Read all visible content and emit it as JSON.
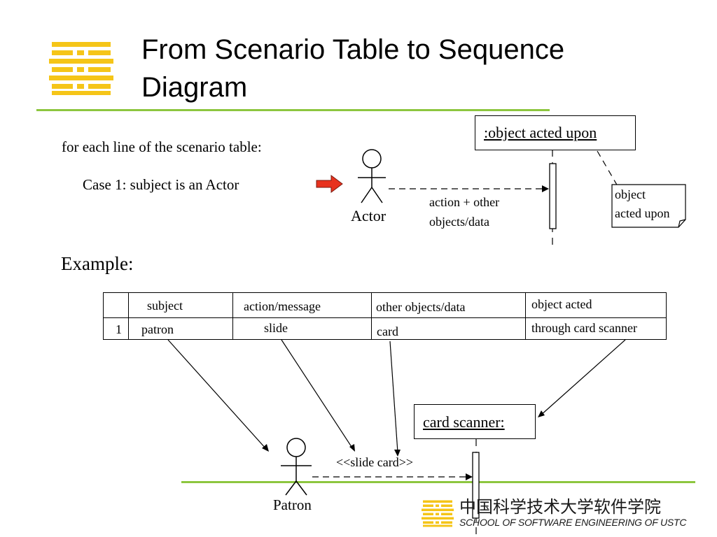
{
  "slide": {
    "title": "From Scenario Table to Sequence Diagram",
    "intro_text": "for each line of the scenario table:",
    "case_text": "Case 1: subject is an Actor",
    "example_label": "Example:"
  },
  "top_diagram": {
    "object_box": ":object acted upon",
    "actor_label": "Actor",
    "message_text_line1": "action + other",
    "message_text_line2": "objects/data",
    "note_line1": "object",
    "note_line2": "acted upon"
  },
  "table": {
    "headers": [
      "subject",
      "action/message",
      "other objects/data",
      "object acted"
    ],
    "row": {
      "number": "1",
      "cells": [
        "patron",
        "slide",
        "card",
        "through card scanner"
      ]
    }
  },
  "bottom_diagram": {
    "object_box": "card scanner:",
    "message_label": "<<slide card>>",
    "actor_label": "Patron"
  },
  "footer": {
    "chinese_name": "中国科学技术大学软件学院",
    "english_name": "SCHOOL OF SOFTWARE ENGINEERING OF USTC"
  },
  "colors": {
    "accent_green": "#8dc63f",
    "logo_yellow": "#f5c518",
    "arrow_red": "#e8321e"
  }
}
